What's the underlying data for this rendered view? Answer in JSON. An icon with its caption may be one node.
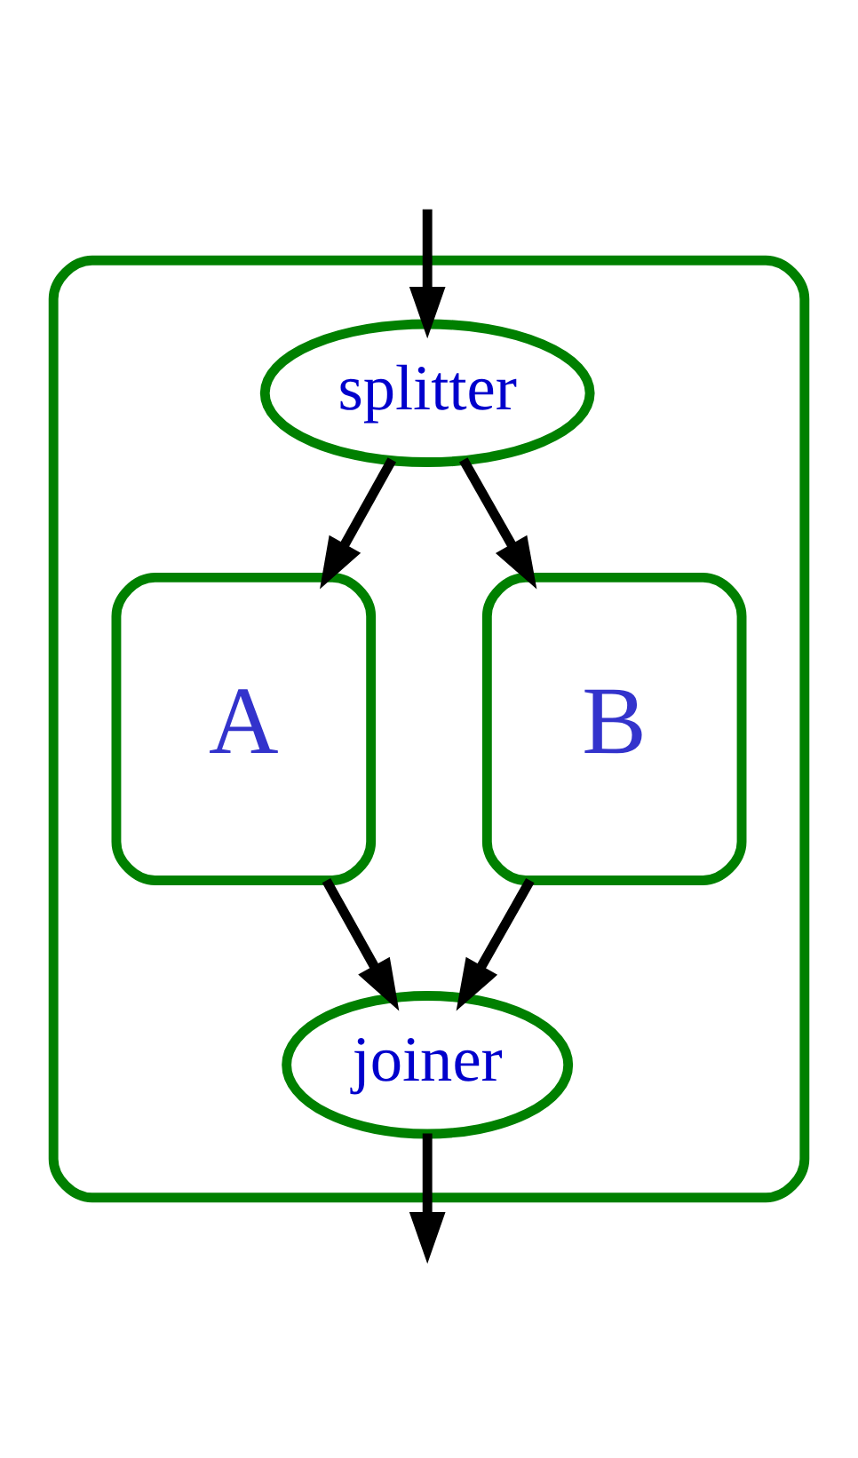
{
  "diagram": {
    "nodes": [
      {
        "text": [],
        "shape": "box"
      },
      {
        "text": [
          "splitter"
        ],
        "in": 0
      },
      {
        "text": [
          "A"
        ],
        "in": 0
      },
      {
        "text": [
          "B"
        ],
        "in": 0
      },
      {
        "text": [
          "joiner"
        ],
        "in": 0
      }
    ],
    "edges": [
      {
        "from": null,
        "to": 1,
        "arrow": "to"
      },
      {
        "from": 1,
        "to": 2,
        "arrow": "to"
      },
      {
        "from": 1,
        "to": 3,
        "arrow": "to"
      },
      {
        "from": 2,
        "to": 4,
        "arrow": "to"
      },
      {
        "from": 3,
        "to": 4,
        "arrow": "to"
      },
      {
        "from": 4,
        "to": null,
        "arrow": "to"
      }
    ]
  }
}
